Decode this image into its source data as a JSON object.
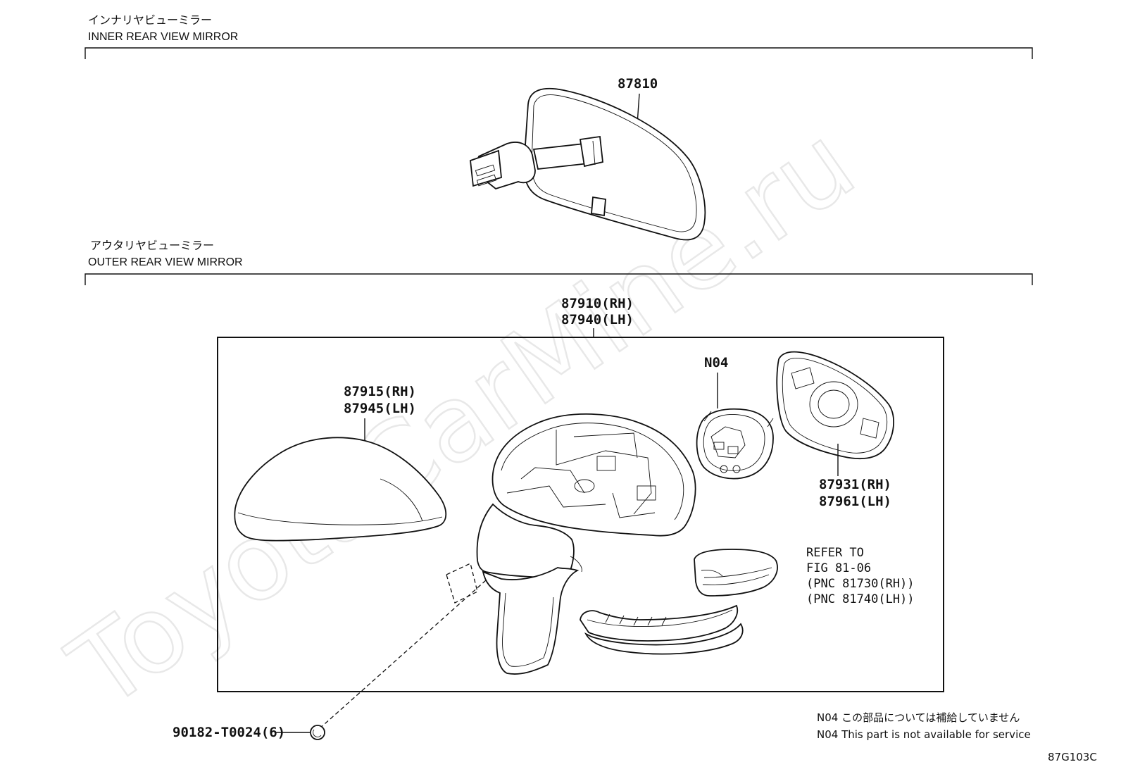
{
  "watermark": "ToyotaCarMine.ru",
  "sections": {
    "inner": {
      "jp": "インナリヤビューミラー",
      "en": "INNER REAR VIEW MIRROR"
    },
    "outer": {
      "jp": "アウタリヤビューミラー",
      "en": "OUTER REAR VIEW MIRROR"
    }
  },
  "parts": {
    "inner_mirror": "87810",
    "outer_assy_rh": "87910(RH)",
    "outer_assy_lh": "87940(LH)",
    "cover_rh": "87915(RH)",
    "cover_lh": "87945(LH)",
    "n04": "N04",
    "glass_rh": "87931(RH)",
    "glass_lh": "87961(LH)",
    "screw": "90182-T0024(6)"
  },
  "reference": {
    "line1": "REFER TO",
    "line2": "FIG 81-06",
    "line3": "(PNC 81730(RH))",
    "line4": "(PNC 81740(LH))"
  },
  "notes": {
    "jp": "N04 この部品については補給していません",
    "en": "N04 This part is not available for service"
  },
  "figure_code": "87G103C"
}
